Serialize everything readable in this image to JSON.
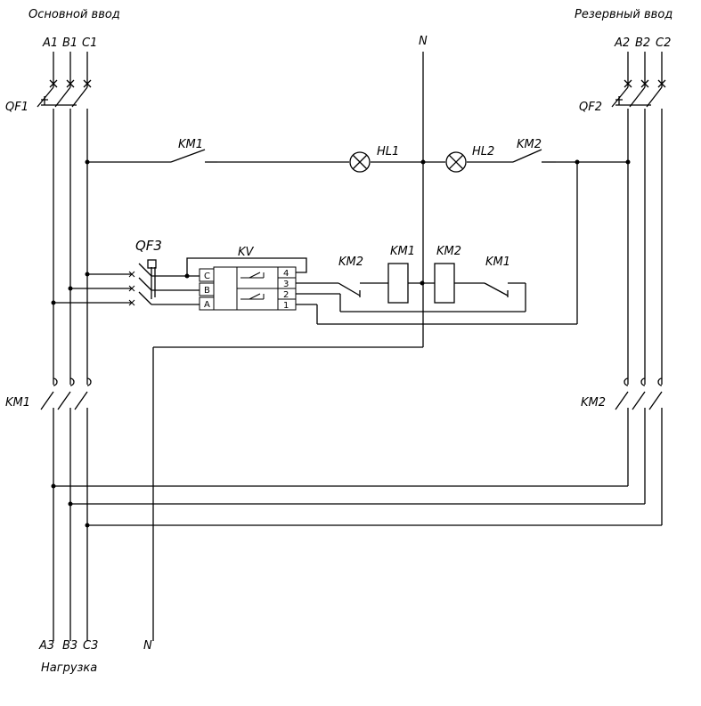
{
  "main_input": {
    "title": "Основной ввод",
    "phases": [
      "A1",
      "B1",
      "C1"
    ],
    "breaker": "QF1",
    "contactor": "KM1"
  },
  "reserve_input": {
    "title": "Резервный ввод",
    "phases": [
      "A2",
      "B2",
      "C2"
    ],
    "breaker": "QF2",
    "contactor": "KM2"
  },
  "neutral": "N",
  "load": {
    "title": "Нагрузка",
    "phases": [
      "A3",
      "B3",
      "C3"
    ],
    "neutral": "N"
  },
  "control": {
    "relay": "KV",
    "relay_inputs": [
      "C",
      "B",
      "A"
    ],
    "relay_terminals": [
      "4",
      "3",
      "2",
      "1"
    ],
    "breaker": "QF3",
    "lamps": [
      "HL1",
      "HL2"
    ],
    "top_contacts": [
      "KM1",
      "KM2"
    ],
    "coil_row": [
      "KM2",
      "KM1",
      "KM2",
      "KM1"
    ]
  }
}
